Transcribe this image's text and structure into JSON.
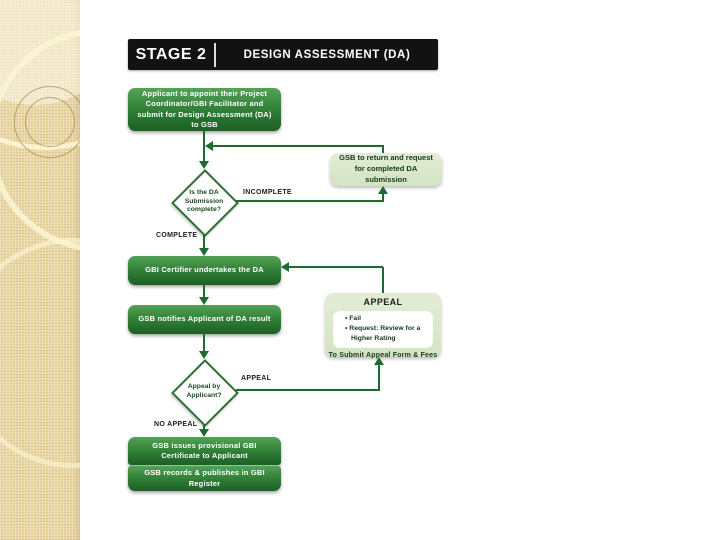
{
  "slide": {
    "title": {
      "stage": "STAGE 2",
      "assessment": "DESIGN ASSESSMENT (DA)"
    },
    "flow": {
      "appoint": "Applicant to appoint their Project Coordinator/GBI Facilitator and submit for Design Assessment (DA) to GSB",
      "da_question": "Is the DA Submission complete?",
      "return_request": "GSB to return and request for completed DA submission",
      "certifier": "GBI Certifier undertakes the DA",
      "notify": "GSB notifies Applicant of DA result",
      "appeal_question": "Appeal by Applicant?",
      "issue_cert": "GSB issues provisional GBI Certificate to Applicant",
      "records": "GSB records & publishes in GBI Register"
    },
    "labels": {
      "incomplete": "INCOMPLETE",
      "complete": "COMPLETE",
      "appeal": "APPEAL",
      "no_appeal": "NO APPEAL"
    },
    "appeal": {
      "title": "APPEAL",
      "bullets": [
        "Fail",
        "Request: Review for a Higher Rating"
      ],
      "footer": "To Submit Appeal Form & Fees"
    },
    "colors": {
      "node_green_top": "#55a257",
      "node_green_bottom": "#1d5f26",
      "connector_green": "#1e6b2e",
      "light_green_bg": "#dce8cd",
      "title_bar_bg": "#121212",
      "sidebar_beige": "#e9d7a3"
    }
  }
}
